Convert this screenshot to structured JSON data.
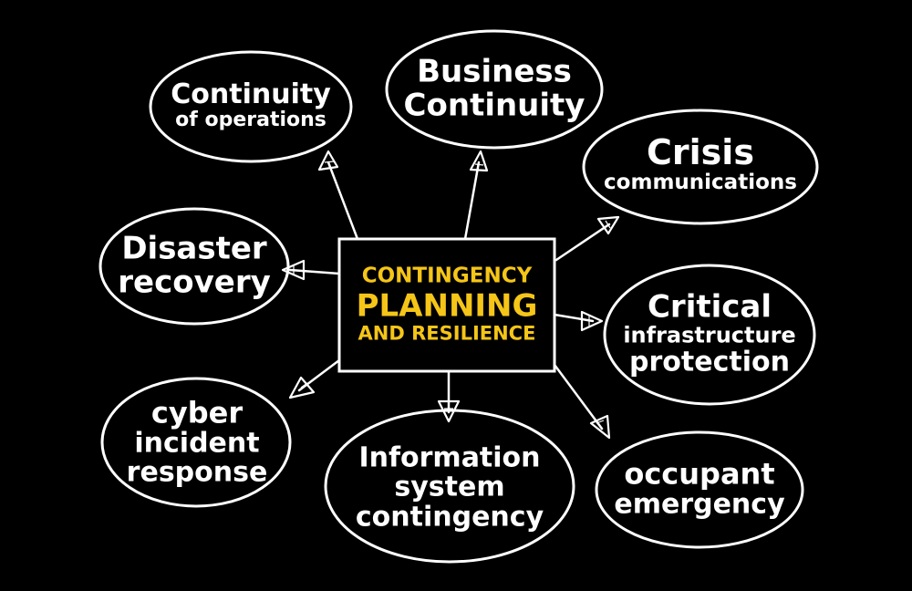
{
  "diagram": {
    "center": {
      "lines": [
        "CONTINGENCY",
        "PLANNING",
        "AND RESILIENCE"
      ],
      "text_color": "#f5c518"
    },
    "nodes": [
      {
        "id": "continuity-of-operations",
        "lines": [
          "Continuity",
          "of operations"
        ]
      },
      {
        "id": "business-continuity",
        "lines": [
          "Business",
          "Continuity"
        ]
      },
      {
        "id": "crisis-communications",
        "lines": [
          "Crisis",
          "communications"
        ]
      },
      {
        "id": "disaster-recovery",
        "lines": [
          "Disaster",
          "recovery"
        ]
      },
      {
        "id": "critical-infrastructure-protection",
        "lines": [
          "Critical",
          "infrastructure",
          "protection"
        ]
      },
      {
        "id": "cyber-incident-response",
        "lines": [
          "cyber",
          "incident",
          "response"
        ]
      },
      {
        "id": "information-system-contingency",
        "lines": [
          "Information",
          "system",
          "contingency"
        ]
      },
      {
        "id": "occupant-emergency",
        "lines": [
          "occupant",
          "emergency"
        ]
      }
    ],
    "colors": {
      "background": "#000000",
      "stroke": "#ffffff",
      "accent": "#f5c518"
    }
  }
}
